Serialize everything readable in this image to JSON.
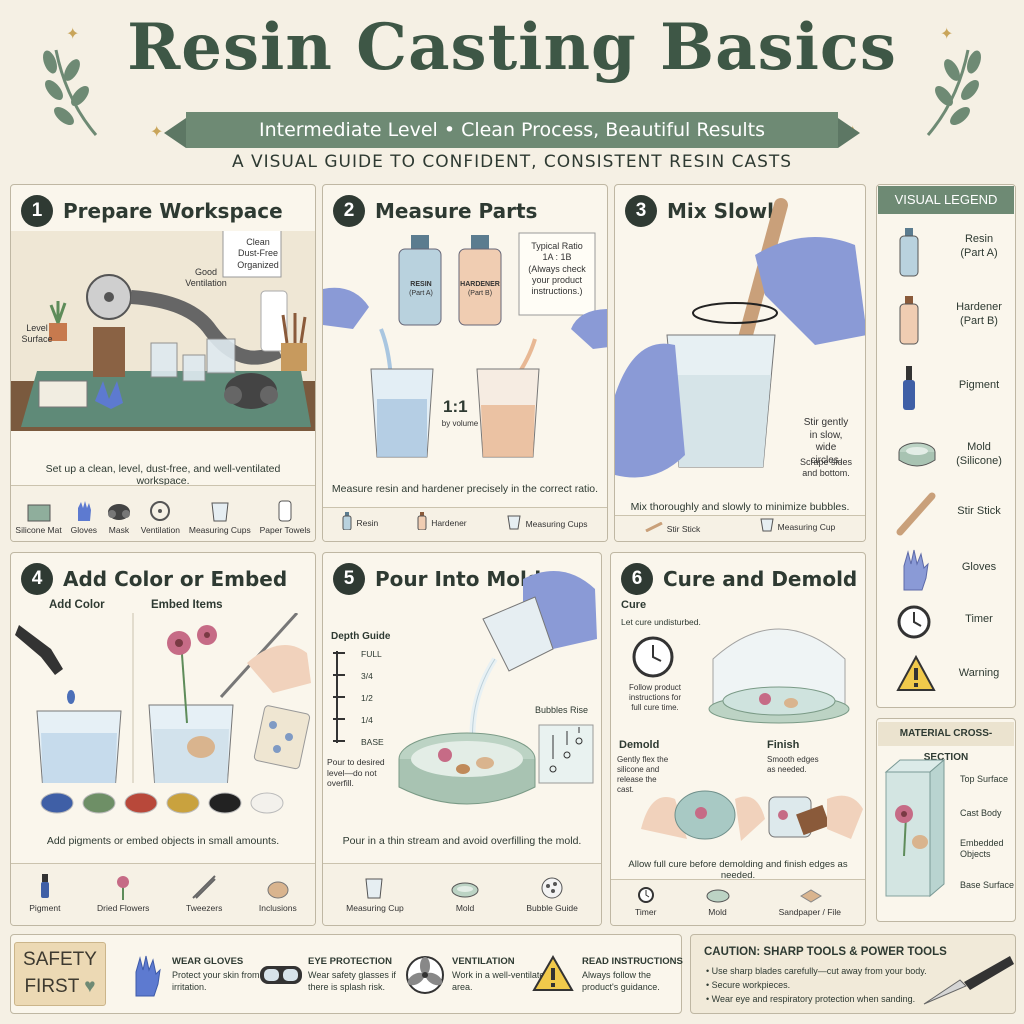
{
  "header": {
    "title": "Resin Casting Basics",
    "ribbon": "Intermediate Level • Clean Process, Beautiful Results",
    "subtitle": "A VISUAL GUIDE TO CONFIDENT, CONSISTENT RESIN CASTS"
  },
  "colors": {
    "accent_green": "#6e8a74",
    "ink": "#2e3a32",
    "resin_blue": "#a9c6e0",
    "hardener_peach": "#e8b894",
    "glove_blue": "#8a9ad6",
    "mold_green": "#bcd3c4",
    "warning_yellow": "#f0c94b"
  },
  "steps": {
    "s1": {
      "num": "1",
      "title": "Prepare Workspace",
      "label_clean": "Clean",
      "label_dust": "Dust-Free",
      "label_org": "Organized",
      "label_vent1": "Good",
      "label_vent2": "Ventilation",
      "label_level1": "Level",
      "label_level2": "Surface",
      "caption": "Set up a clean, level, dust-free, and well-ventilated workspace.",
      "tools": [
        "Silicone Mat",
        "Gloves",
        "Mask",
        "Ventilation",
        "Measuring Cups",
        "Paper Towels"
      ]
    },
    "s2": {
      "num": "2",
      "title": "Measure Parts",
      "resin_label": "RESIN",
      "resin_sub": "(Part A)",
      "hardener_label": "HARDENER",
      "hardener_sub": "(Part B)",
      "ratio_title": "Typical Ratio",
      "ratio_value": "1A : 1B",
      "ratio_note1": "(Always check",
      "ratio_note2": "your product",
      "ratio_note3": "instructions.)",
      "one_to_one": "1:1",
      "by_volume": "by volume",
      "caption": "Measure resin and hardener precisely in the correct ratio.",
      "tools": [
        "Resin",
        "Hardener",
        "Measuring Cups"
      ]
    },
    "s3": {
      "num": "3",
      "title": "Mix Slowly",
      "note1": "Stir gently",
      "note2": "in slow,",
      "note3": "wide",
      "note4": "circles.",
      "scrape1": "Scrape sides",
      "scrape2": "and bottom.",
      "caption": "Mix thoroughly and slowly to minimize bubbles.",
      "tools": [
        "Stir Stick",
        "Measuring Cup"
      ]
    },
    "s4": {
      "num": "4",
      "title": "Add Color or Embed",
      "add_color": "Add Color",
      "embed_items": "Embed Items",
      "caption": "Add pigments or embed objects in small amounts.",
      "swatches": [
        "#3f5fa6",
        "#6e8f66",
        "#b8483a",
        "#c9a23e",
        "#222222",
        "#f3f1ec"
      ],
      "tools": [
        "Pigment",
        "Dried Flowers",
        "Tweezers",
        "Inclusions"
      ]
    },
    "s5": {
      "num": "5",
      "title": "Pour Into Mold",
      "depth_guide": "Depth Guide",
      "levels": [
        "FULL",
        "3/4",
        "1/2",
        "1/4",
        "BASE"
      ],
      "pour1": "Pour to desired",
      "pour2": "level—do not",
      "pour3": "overfill.",
      "bubbles": "Bubbles Rise",
      "caption": "Pour in a thin stream and avoid overfilling the mold.",
      "tools": [
        "Measuring Cup",
        "Mold",
        "Bubble Guide"
      ]
    },
    "s6": {
      "num": "6",
      "title": "Cure and Demold",
      "cure": "Cure",
      "cure_note": "Let cure undisturbed.",
      "follow1": "Follow product",
      "follow2": "instructions for",
      "follow3": "full cure time.",
      "demold": "Demold",
      "demold1": "Gently flex the",
      "demold2": "silicone and",
      "demold3": "release the",
      "demold4": "cast.",
      "finish": "Finish",
      "finish1": "Smooth edges",
      "finish2": "as needed.",
      "caption": "Allow full cure before demolding and finish edges as needed.",
      "tools": [
        "Timer",
        "Mold",
        "Sandpaper / File"
      ]
    }
  },
  "legend": {
    "title": "VISUAL LEGEND",
    "items": [
      {
        "label": "Resin",
        "sub": "(Part A)",
        "icon": "resin-bottle-icon"
      },
      {
        "label": "Hardener",
        "sub": "(Part B)",
        "icon": "hardener-bottle-icon"
      },
      {
        "label": "Pigment",
        "sub": "",
        "icon": "pigment-dropper-icon"
      },
      {
        "label": "Mold",
        "sub": "(Silicone)",
        "icon": "mold-icon"
      },
      {
        "label": "Stir Stick",
        "sub": "",
        "icon": "stir-stick-icon"
      },
      {
        "label": "Gloves",
        "sub": "",
        "icon": "glove-icon"
      },
      {
        "label": "Timer",
        "sub": "",
        "icon": "timer-icon"
      },
      {
        "label": "Warning",
        "sub": "",
        "icon": "warning-icon"
      }
    ]
  },
  "cross_section": {
    "title": "MATERIAL CROSS-SECTION",
    "labels": [
      "Top Surface",
      "Cast Body",
      "Embedded Objects",
      "Base Surface"
    ]
  },
  "safety": {
    "badge1": "SAFETY",
    "badge2": "FIRST",
    "items": [
      {
        "title": "WEAR GLOVES",
        "desc": "Protect your skin from irritation."
      },
      {
        "title": "EYE PROTECTION",
        "desc": "Wear safety glasses if there is splash risk."
      },
      {
        "title": "VENTILATION",
        "desc": "Work in a well-ventilated area."
      },
      {
        "title": "READ INSTRUCTIONS",
        "desc": "Always follow the product's guidance."
      }
    ]
  },
  "caution": {
    "title": "CAUTION: SHARP TOOLS & POWER TOOLS",
    "lines": [
      "• Use sharp blades carefully—cut away from your body.",
      "• Secure workpieces.",
      "• Wear eye and respiratory protection when sanding."
    ]
  }
}
